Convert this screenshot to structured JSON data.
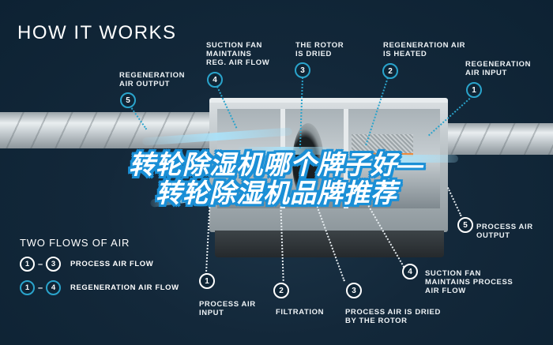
{
  "header": {
    "title": "HOW IT WORKS"
  },
  "top_labels": [
    {
      "num": "5",
      "text": "REGENERATION\nAIR OUTPUT"
    },
    {
      "num": "4",
      "text": "SUCTION FAN\nMAINTAINS\nREG. AIR FLOW"
    },
    {
      "num": "3",
      "text": "THE ROTOR\nIS DRIED"
    },
    {
      "num": "2",
      "text": "REGENERATION AIR\nIS HEATED"
    },
    {
      "num": "1",
      "text": "REGENERATION\nAIR INPUT"
    }
  ],
  "bottom_labels": [
    {
      "num": "1",
      "text": "PROCESS AIR\nINPUT"
    },
    {
      "num": "2",
      "text": "FILTRATION"
    },
    {
      "num": "3",
      "text": "PROCESS AIR IS DRIED\nBY THE ROTOR"
    },
    {
      "num": "4",
      "text": "SUCTION FAN\nMAINTAINS PROCESS\nAIR FLOW"
    },
    {
      "num": "5",
      "text": "PROCESS AIR\nOUTPUT"
    }
  ],
  "legend": {
    "title": "TWO FLOWS OF AIR",
    "rows": [
      {
        "from": "1",
        "to": "3",
        "dash": "–",
        "label": "PROCESS AIR FLOW",
        "color": "#ffffff"
      },
      {
        "from": "1",
        "to": "4",
        "dash": "–",
        "label": "REGENERATION AIR FLOW",
        "color": "#2aa4cc"
      }
    ]
  },
  "overlay": {
    "line1": "转轮除湿机哪个牌子好—",
    "line2": "转轮除湿机品牌推荐"
  },
  "colors": {
    "background": "#0f2536",
    "regeneration_accent": "#2aa4cc",
    "process_accent": "#ffffff",
    "overlay_outline": "#1a8fd6",
    "heater": "#f08a3a"
  }
}
